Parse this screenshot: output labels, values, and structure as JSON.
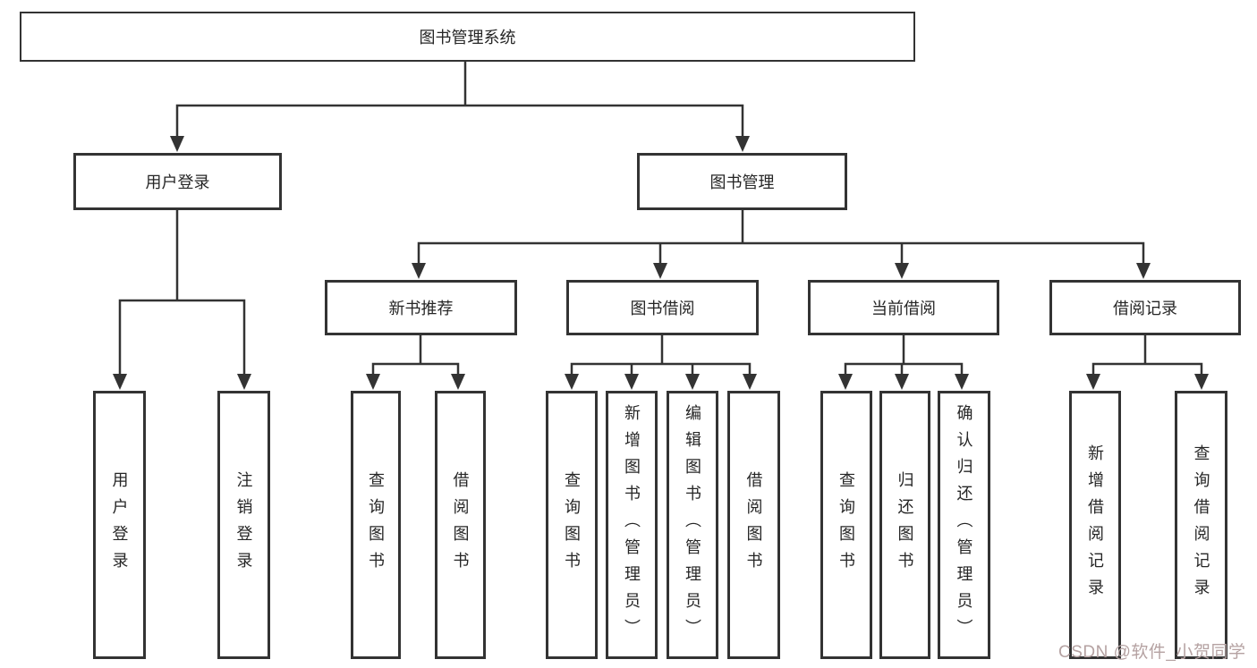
{
  "colors": {
    "line": "#333333",
    "text": "#262626",
    "watermark": "#b5a2a2",
    "background": "#ffffff"
  },
  "tree": {
    "root": {
      "label": "图书管理系统",
      "children": [
        {
          "label": "用户登录",
          "children": [
            {
              "label": "用户登录"
            },
            {
              "label": "注销登录"
            }
          ]
        },
        {
          "label": "图书管理",
          "children": [
            {
              "label": "新书推荐",
              "children": [
                {
                  "label": "查询图书"
                },
                {
                  "label": "借阅图书"
                }
              ]
            },
            {
              "label": "图书借阅",
              "children": [
                {
                  "label": "查询图书"
                },
                {
                  "label": "新增图书（管理员）"
                },
                {
                  "label": "编辑图书（管理员）"
                },
                {
                  "label": "借阅图书"
                }
              ]
            },
            {
              "label": "当前借阅",
              "children": [
                {
                  "label": "查询图书"
                },
                {
                  "label": "归还图书"
                },
                {
                  "label": "确认归还（管理员）"
                }
              ]
            },
            {
              "label": "借阅记录",
              "children": [
                {
                  "label": "新增借阅记录"
                },
                {
                  "label": "查询借阅记录"
                }
              ]
            }
          ]
        }
      ]
    }
  },
  "watermark": {
    "text": "CSDN @软件_小贺同学"
  }
}
